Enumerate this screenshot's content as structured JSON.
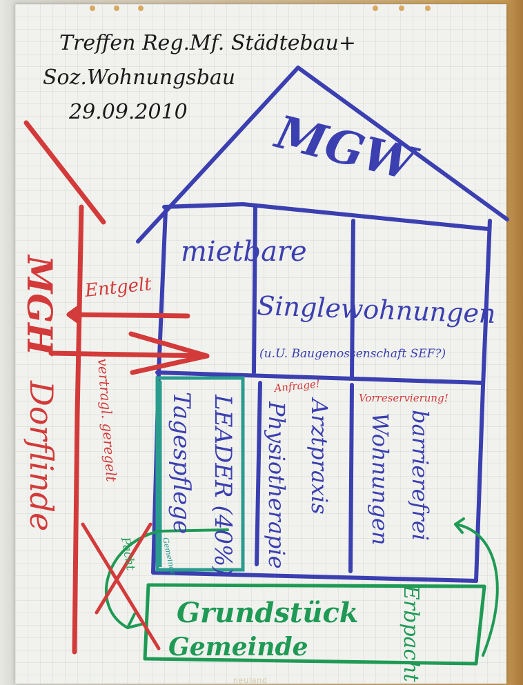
{
  "title_lines": [
    "Treffen Reg.Mf. Städtebau+",
    "Soz.Wohnungsbau",
    "29.09.2010"
  ],
  "roof_label": "MGW",
  "upper_floor": {
    "line1": "mietbare",
    "line2": "Singlewohnungen",
    "note": "(u.U. Baugenossenschaft SEF?)"
  },
  "rooms": {
    "tagespflege": "Tagespflege",
    "leader": "LEADER (40%)",
    "gemeinde_small": "Gemeinde",
    "physio": "Physiotherapie",
    "arztpraxis": "Arztpraxis",
    "anfrage": "Anfrage!",
    "barrierefrei": "barrierefrei",
    "wohnungen": "Wohnungen",
    "vorreservierung": "Vorreservierung!"
  },
  "foundation": {
    "line1": "Grundstück",
    "line2": "Gemeinde"
  },
  "left_side": {
    "mgh": "MGH",
    "dorflinde": "Dorflinde",
    "entgelt": "Entgelt",
    "vertrag": "vertragl. geregelt",
    "pacht": "Pacht"
  },
  "right_side": {
    "erbpacht": "Erbpacht"
  },
  "colors": {
    "blue": "#3b3fb0",
    "red": "#d33a3a",
    "green": "#1f9a55",
    "teal": "#2a9c8e",
    "black": "#1a1a1a"
  },
  "watermark": "neuland"
}
